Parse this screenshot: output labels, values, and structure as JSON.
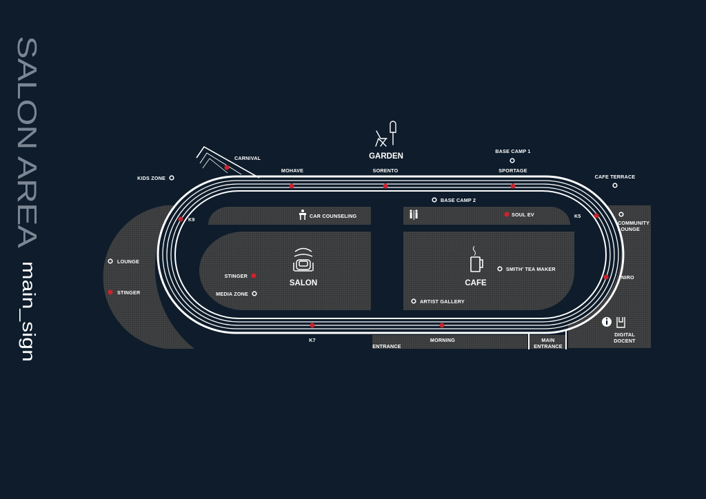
{
  "title": "SALON AREA",
  "subtitle": "main_sign",
  "colors": {
    "background": "#0e1c2b",
    "zone_fill": "#3a3b3c",
    "track_line": "#ffffff",
    "hotspot": "#c8242d",
    "title_gray": "#7c8793"
  },
  "zones": {
    "garden": "GARDEN",
    "salon": "SALON",
    "cafe": "CAFE"
  },
  "track_labels": {
    "carnival": "CARNIVAL",
    "mohave": "MOHAVE",
    "sorento": "SORENTO",
    "sportage": "SPORTAGE",
    "k9": "K9",
    "k5": "K5",
    "niro": "NIRO",
    "k7": "K7",
    "morning": "MORNING"
  },
  "points": {
    "kids_zone": "KIDS ZONE",
    "base_camp_1": "BASE CAMP 1",
    "base_camp_2": "BASE CAMP 2",
    "cafe_terrace": "CAFE TERRACE",
    "community_lounge_1": "COMMUNITY",
    "community_lounge_2": "LOUNGE",
    "car_counseling": "CAR COUNSELING",
    "soul_ev": "SOUL EV",
    "lounge": "LOUNGE",
    "stinger_left": "STINGER",
    "stinger_salon": "STINGER",
    "media_zone": "MEDIA ZONE",
    "smith_tea_maker": "SMITH' TEA MAKER",
    "artist_gallery": "ARTIST GALLERY",
    "digital_docent_1": "DIGITAL",
    "digital_docent_2": "DOCENT"
  },
  "entrances": {
    "entrance": "ENTRANCE",
    "main_entrance_1": "MAIN",
    "main_entrance_2": "ENTRANCE"
  },
  "icons": {
    "garden": "garden-chair-umbrella-icon",
    "salon": "armchair-icon",
    "cafe": "coffee-cup-icon",
    "car_counseling": "counseling-desk-icon",
    "restroom": "restroom-icon",
    "info": "info-icon",
    "digital_docent": "tablet-icon"
  }
}
